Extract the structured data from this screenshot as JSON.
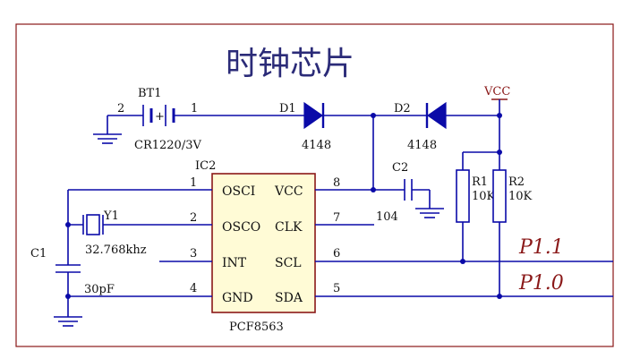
{
  "title": "时钟芯片",
  "ic": {
    "ref": "IC2",
    "part": "PCF8563",
    "left_pins": [
      {
        "num": "1",
        "name": "OSCI"
      },
      {
        "num": "2",
        "name": "OSCO"
      },
      {
        "num": "3",
        "name": "INT"
      },
      {
        "num": "4",
        "name": "GND"
      }
    ],
    "right_pins": [
      {
        "num": "8",
        "name": "VCC"
      },
      {
        "num": "7",
        "name": "CLK"
      },
      {
        "num": "6",
        "name": "SCL"
      },
      {
        "num": "5",
        "name": "SDA"
      }
    ]
  },
  "battery": {
    "ref": "BT1",
    "value": "CR1220/3V",
    "pin_left": "2",
    "pin_right": "1"
  },
  "d1": {
    "ref": "D1",
    "value": "4148"
  },
  "d2": {
    "ref": "D2",
    "value": "4148"
  },
  "vcc": "VCC",
  "c2": {
    "ref": "C2",
    "value": "104"
  },
  "r1": {
    "ref": "R1",
    "value": "10K"
  },
  "r2": {
    "ref": "R2",
    "value": "10K"
  },
  "c1": {
    "ref": "C1",
    "value": "30pF"
  },
  "y1": {
    "ref": "Y1",
    "value": "32.768khz"
  },
  "nets": {
    "p11": "P1.1",
    "p10": "P1.0"
  },
  "colors": {
    "wire": "#0a0aa8",
    "ic_fill": "#fffbd6",
    "ic_border": "#8a1818",
    "net_label": "#8a1818",
    "title": "#2b2b78"
  }
}
